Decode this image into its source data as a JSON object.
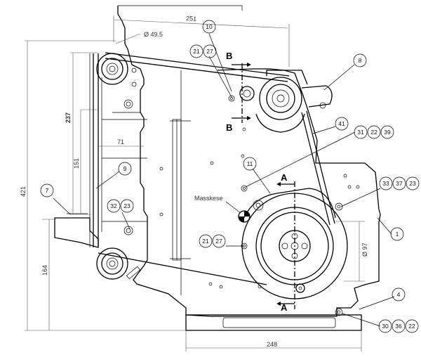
{
  "dimensions": {
    "top_width": "251",
    "pulley_dia": "Ø 49.5",
    "upper_height": "237",
    "mid_height": "151",
    "mid_width": "71",
    "total_height": "421",
    "bottom_height": "164",
    "side_dia": "Ø 97",
    "base_width": "248"
  },
  "sections": {
    "b_top": "B",
    "b_bottom": "B",
    "a_top": "A",
    "a_bottom": "A"
  },
  "labels": {
    "masskese": "Masskese"
  },
  "balloons": [
    [
      "10"
    ],
    [
      "21",
      "27"
    ],
    [
      "8"
    ],
    [
      "41"
    ],
    [
      "31",
      "22",
      "39"
    ],
    [
      "11"
    ],
    [
      "33",
      "37",
      "23"
    ],
    [
      "1"
    ],
    [
      "9"
    ],
    [
      "7"
    ],
    [
      "32",
      "23"
    ],
    [
      "21",
      "27"
    ],
    [
      "4"
    ],
    [
      "30",
      "36",
      "22"
    ]
  ]
}
